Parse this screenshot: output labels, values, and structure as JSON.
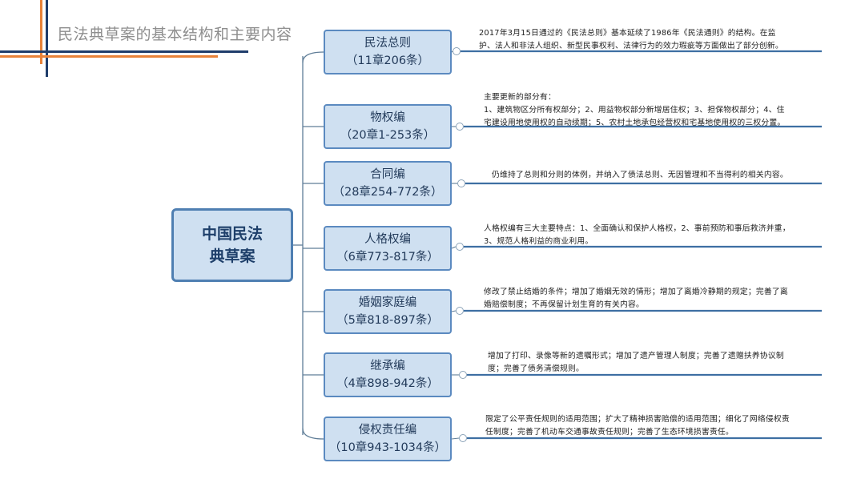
{
  "header": {
    "title": "民法典草案的基本结构和主要内容"
  },
  "mindmap": {
    "root": {
      "line1": "中国民法",
      "line2": "典草案"
    },
    "branches": [
      {
        "label": "民法总则",
        "range": "（11章206条）",
        "desc": [
          "2017年3月15日通过的《民法总则》基本延续了1986年《民法通则》的结构。在监",
          "护、法人和非法人组织、新型民事权利、法律行为的效力瑕疵等方面做出了部分创新。"
        ]
      },
      {
        "label": "物权编",
        "range": "（20章1-253条）",
        "desc": [
          "主要更新的部分有：",
          "1、建筑物区分所有权部分；2、用益物权部分新增居住权；3、担保物权部分；4、住",
          "宅建设用地使用权的自动续期；5、农村土地承包经营权和宅基地使用权的三权分置。"
        ]
      },
      {
        "label": "合同编",
        "range": "（28章254-772条）",
        "desc": [
          "仍维持了总则和分则的体例，并纳入了债法总则、无因管理和不当得利的相关内容。"
        ]
      },
      {
        "label": "人格权编",
        "range": "（6章773-817条）",
        "desc": [
          "人格权编有三大主要特点：1、全面确认和保护人格权，2、事前预防和事后救济并重，",
          "3、规范人格利益的商业利用。"
        ]
      },
      {
        "label": "婚姻家庭编",
        "range": "（5章818-897条）",
        "desc": [
          "修改了禁止结婚的条件；增加了婚姻无效的情形；增加了离婚冷静期的规定；完善了离",
          "婚赔偿制度；不再保留计划生育的有关内容。"
        ]
      },
      {
        "label": "继承编",
        "range": "（4章898-942条）",
        "desc": [
          "增加了打印、录像等新的遗嘱形式；增加了遗产管理人制度；完善了遗赠扶养协议制",
          "度；完善了债务清偿规则。"
        ]
      },
      {
        "label": "侵权责任编",
        "range": "（10章943-1034条）",
        "desc": [
          "限定了公平责任规则的适用范围；扩大了精神损害赔偿的适用范围；细化了网络侵权责",
          "任制度；完善了机动车交通事故责任规则；完善了生态环境损害责任。"
        ]
      }
    ]
  },
  "colors": {
    "accent_orange": "#e8833a",
    "accent_navy": "#1f3d6b",
    "node_fill": "#cfe0f1",
    "node_border": "#5b8ac0"
  }
}
